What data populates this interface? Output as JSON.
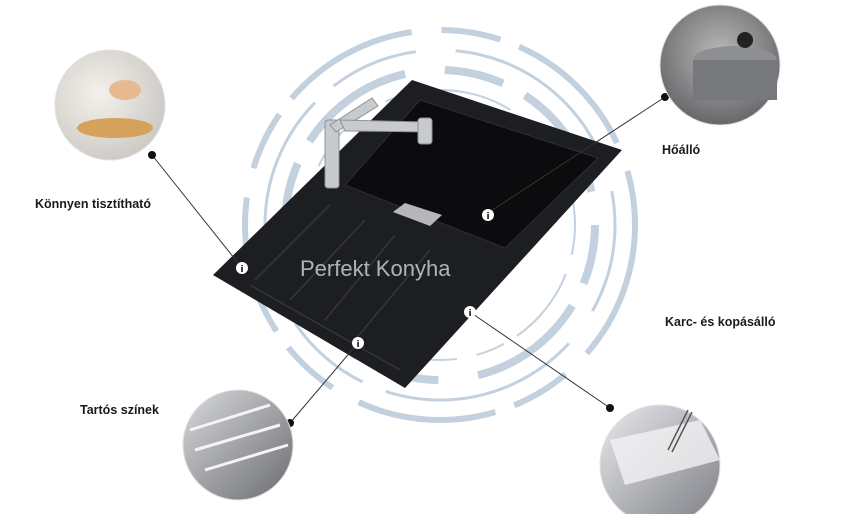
{
  "features": [
    {
      "id": "easy-clean",
      "label": "Könnyen tisztítható"
    },
    {
      "id": "heat-resistant",
      "label": "Hőálló"
    },
    {
      "id": "scratch-resistant",
      "label": "Karc- és kopásálló"
    },
    {
      "id": "lasting-colors",
      "label": "Tartós színek"
    }
  ],
  "watermark": "Perfekt Konyha",
  "colors": {
    "sink": "#1d1e21",
    "rings": "#b9c8d8",
    "line": "#333333"
  },
  "info_marker_icon": "info-icon"
}
